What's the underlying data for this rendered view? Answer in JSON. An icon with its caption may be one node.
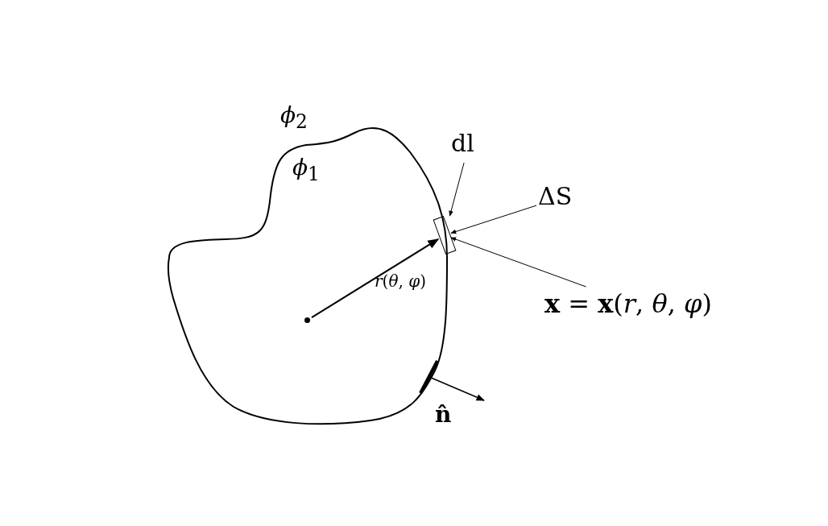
{
  "diagram": {
    "nodes": [
      {
        "text": [
          "dl"
        ]
      },
      {
        "text": [],
        "shape": "box"
      },
      {
        "text": [
          "ΔS"
        ]
      },
      {
        "text": [
          "**x** = **x**(*r*, *θ*, *φ*)"
        ]
      },
      {
        "text": [],
        "shape": "circle"
      }
    ],
    "edges": [
      {
        "from": 0,
        "to": 1,
        "arrow": "to"
      },
      {
        "from": 2,
        "to": 1,
        "arrow": "to"
      },
      {
        "from": 3,
        "to": 1,
        "arrow": "to"
      },
      {
        "from": 4,
        "to": 1,
        "arrow": "to",
        "label": "*r*(*θ*, *φ*)"
      }
    ],
    "labels": [
      "*ϕ*$_{2}$",
      "*ϕ*$_{1}$",
      "n̂"
    ]
  }
}
